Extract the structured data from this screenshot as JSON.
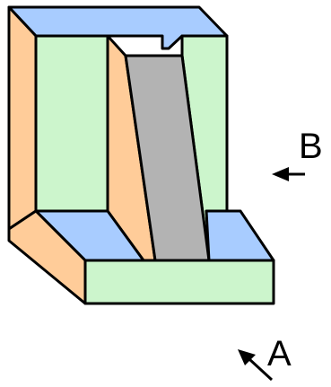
{
  "figure": {
    "colors": {
      "top": "#a8ccff",
      "front": "#ccf5cc",
      "side": "#ffcc99",
      "slot": "#b3b3b3",
      "outline": "#000000"
    },
    "views": [
      {
        "id": "B",
        "label": "B"
      },
      {
        "id": "A",
        "label": "A"
      }
    ]
  }
}
